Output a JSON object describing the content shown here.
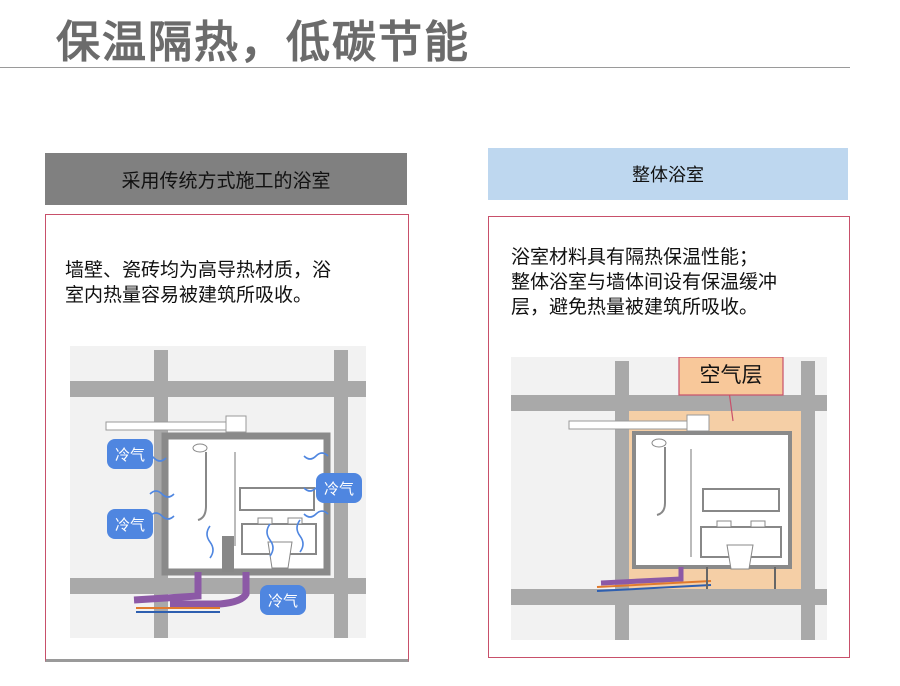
{
  "page": {
    "title": "保温隔热，低碳节能"
  },
  "left_panel": {
    "header": "采用传统方式施工的浴室",
    "description_lines": [
      "墙壁、瓷砖均为高导热材质，浴",
      "室内热量容易被建筑所吸收。"
    ],
    "labels": {
      "cold_air_1": "冷气",
      "cold_air_2": "冷气",
      "cold_air_3": "冷气",
      "cold_air_4": "冷气"
    }
  },
  "right_panel": {
    "header": "整体浴室",
    "description_lines": [
      "浴室材料具有隔热保温性能；",
      "整体浴室与墙体间设有保温缓冲",
      "层，避免热量被建筑所吸收。"
    ],
    "labels": {
      "air_layer": "空气层"
    }
  },
  "colors": {
    "title": "#6b6b6b",
    "left_header_bg": "#808080",
    "right_header_bg": "#bed7ef",
    "panel_border": "#c8506a",
    "wall": "#a9a9a9",
    "cold_air_bubble": "#4f86e0",
    "air_layer_fill": "#f5cfa6",
    "pipe_purple": "#8c59a6"
  }
}
